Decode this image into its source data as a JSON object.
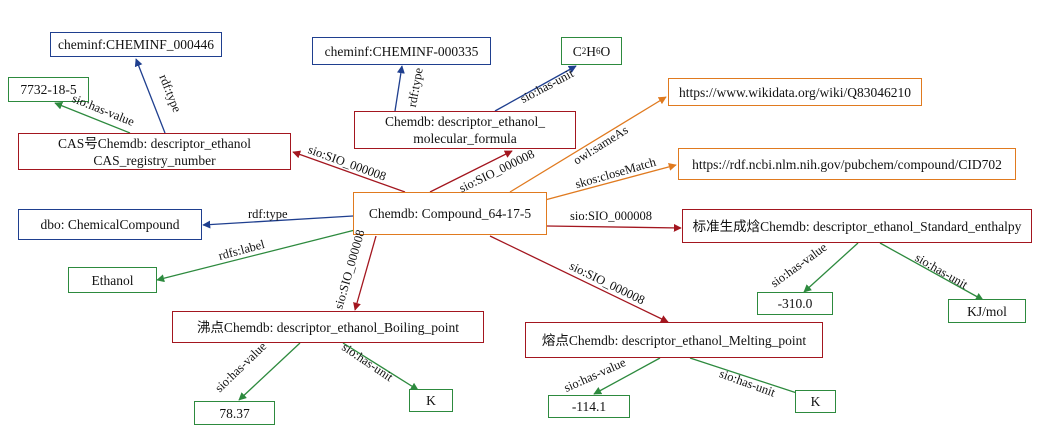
{
  "nodes": {
    "center": "Chemdb: Compound_64-17-5",
    "cheminf_446": "cheminf:CHEMINF_000446",
    "cheminf_335": "cheminf:CHEMINF-000335",
    "formula_c": "C",
    "formula_2": "2",
    "formula_h": "H",
    "formula_6": "6",
    "formula_o": "O",
    "cas_number": "7732-18-5",
    "cas_line1": "CAS号Chemdb: descriptor_ethanol",
    "cas_line2": "CAS_registry_number",
    "formula_line1": "Chemdb: descriptor_ethanol_",
    "formula_line2": "molecular_formula",
    "wikidata": "https://www.wikidata.org/wiki/Q83046210",
    "pubchem": "https://rdf.ncbi.nlm.nih.gov/pubchem/compound/CID702",
    "chemical_compound": "dbo: ChemicalCompound",
    "enthalpy": "标准生成焓Chemdb: descriptor_ethanol_Standard_enthalpy",
    "ethanol": "Ethanol",
    "enthalpy_value": "-310.0",
    "enthalpy_unit": "KJ/mol",
    "boiling": "沸点Chemdb: descriptor_ethanol_Boiling_point",
    "melting": "熔点Chemdb: descriptor_ethanol_Melting_point",
    "boiling_value": "78.37",
    "boiling_unit": "K",
    "melting_value": "-114.1",
    "melting_unit": "K"
  },
  "edges": {
    "cas_rdf_type": "rdf:type",
    "formula_rdf_type": "rdf:type",
    "formula_has_unit": "sio:has-unit",
    "cas_has_value": "sio:has-value",
    "center_sio_cas": "sio:SIO_000008",
    "center_sio_formula": "sio:SIO_000008",
    "same_as": "owl:sameAs",
    "close_match": "skos:closeMatch",
    "center_rdf_type": "rdf:type",
    "center_sio_enthalpy": "sio:SIO_000008",
    "rdfs_label": "rdfs:label",
    "center_sio_boiling": "sio:SIO_000008",
    "center_sio_melting": "sio:SIO_000008",
    "enthalpy_has_value": "sio:has-value",
    "enthalpy_has_unit": "sio:has-unit",
    "boiling_has_value": "sio:has-value",
    "boiling_has_unit": "sio:has-unit",
    "melting_has_value": "sio:has-value",
    "melting_has_unit": "sio:has-unit"
  },
  "colors": {
    "blue": "#1f3f8f",
    "red": "#a3161f",
    "green": "#2d8a3e",
    "orange": "#e07a1f"
  }
}
